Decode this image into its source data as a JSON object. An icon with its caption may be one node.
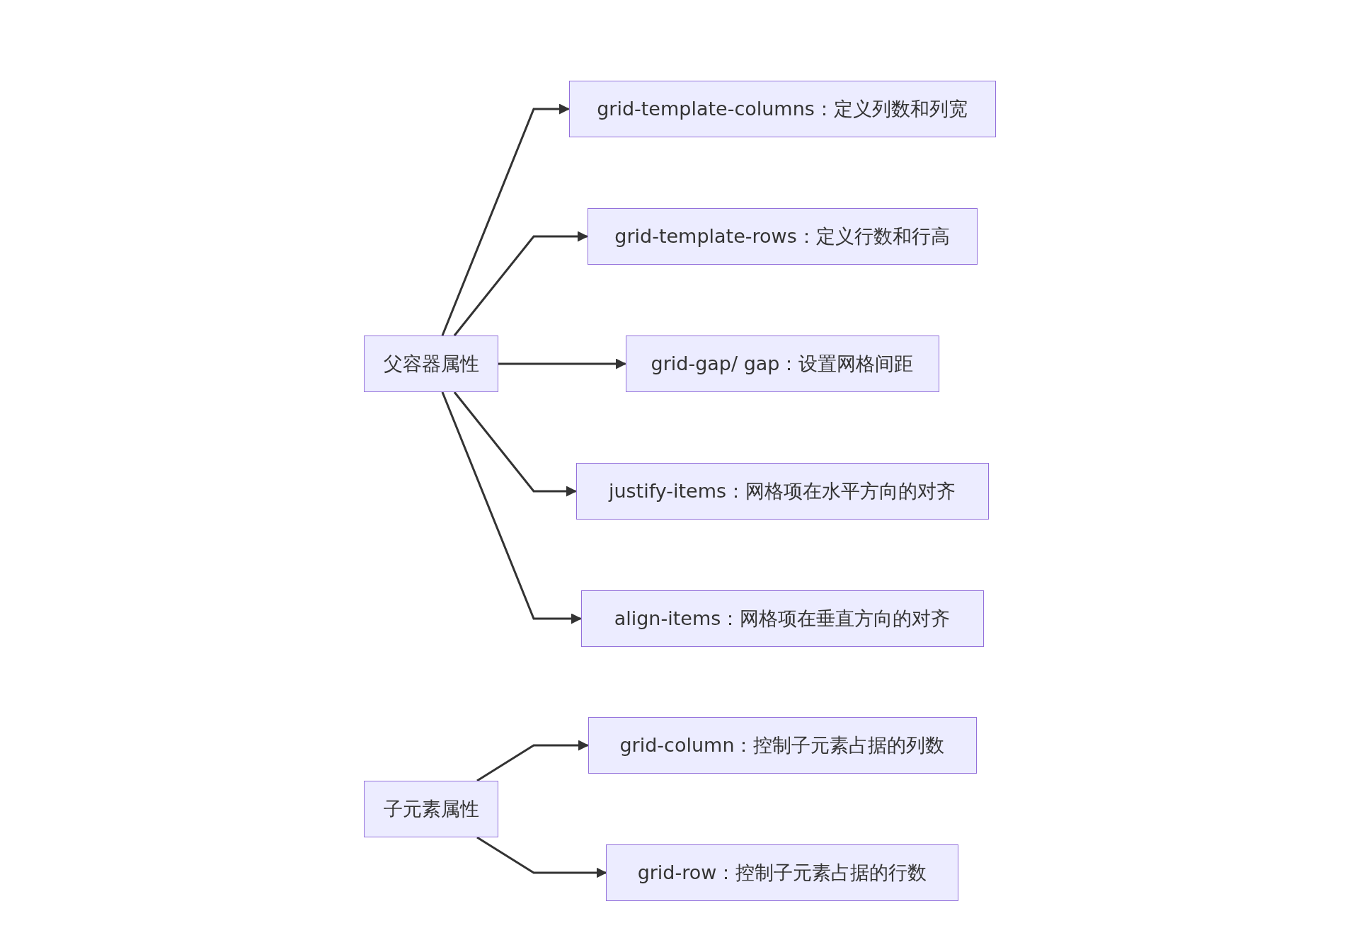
{
  "diagram": {
    "nodes": [
      {
        "text": [
          "父容器属性"
        ]
      },
      {
        "text": [
          "grid-template-columns：定义列数和列宽"
        ]
      },
      {
        "text": [
          "grid-template-rows：定义行数和行高"
        ]
      },
      {
        "text": [
          "grid-gap/ gap：设置网格间距"
        ]
      },
      {
        "text": [
          "justify-items：网格项在水平方向的对齐"
        ]
      },
      {
        "text": [
          "align-items：网格项在垂直方向的对齐"
        ]
      },
      {
        "text": [
          "子元素属性"
        ]
      },
      {
        "text": [
          "grid-column：控制子元素占据的列数"
        ]
      },
      {
        "text": [
          "grid-row：控制子元素占据的行数"
        ]
      }
    ],
    "edges": [
      {
        "from": 0,
        "to": 1,
        "arrow": "to"
      },
      {
        "from": 0,
        "to": 2,
        "arrow": "to"
      },
      {
        "from": 0,
        "to": 3,
        "arrow": "to"
      },
      {
        "from": 0,
        "to": 4,
        "arrow": "to"
      },
      {
        "from": 0,
        "to": 5,
        "arrow": "to"
      },
      {
        "from": 6,
        "to": 7,
        "arrow": "to"
      },
      {
        "from": 6,
        "to": 8,
        "arrow": "to"
      }
    ]
  }
}
